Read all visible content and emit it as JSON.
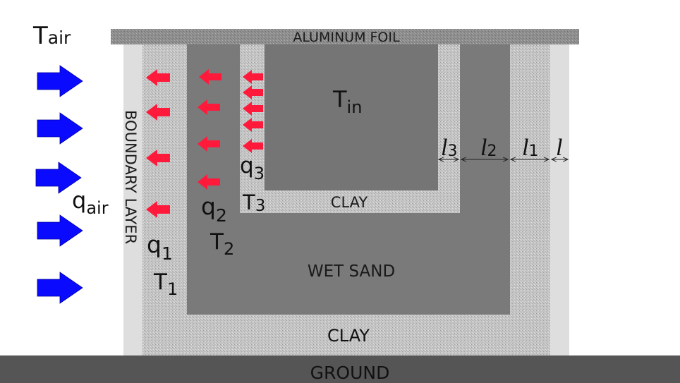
{
  "labels": {
    "t_air": {
      "main": "T",
      "sub": "air"
    },
    "q_air": {
      "main": "q",
      "sub": "air"
    },
    "aluminum_foil": "ALUMINUM FOIL",
    "boundary_layer": "BOUNDARY LAYER",
    "t_in": {
      "main": "T",
      "sub": "in"
    },
    "clay_inner": "CLAY",
    "wet_sand": "WET SAND",
    "clay_outer": "CLAY",
    "ground": "GROUND",
    "q1": {
      "main": "q",
      "sub": "1"
    },
    "t1": {
      "main": "T",
      "sub": "1"
    },
    "q2": {
      "main": "q",
      "sub": "2"
    },
    "t2": {
      "main": "T",
      "sub": "2"
    },
    "q3": {
      "main": "q",
      "sub": "3"
    },
    "t3": {
      "main": "T",
      "sub": "3"
    },
    "l3": {
      "main": "l",
      "sub": "3"
    },
    "l2": {
      "main": "l",
      "sub": "2"
    },
    "l1": {
      "main": "l",
      "sub": "1"
    },
    "l": {
      "main": "l",
      "sub": ""
    }
  },
  "colors": {
    "air_arrow": "#0a0aff",
    "heat_arrow": "#ff1a3c",
    "boundary_layer": "#dedede",
    "clay": "#c8c8c8",
    "wet_sand": "#7a7a7a",
    "ground": "#555555",
    "foil": "#8e8e8e"
  }
}
